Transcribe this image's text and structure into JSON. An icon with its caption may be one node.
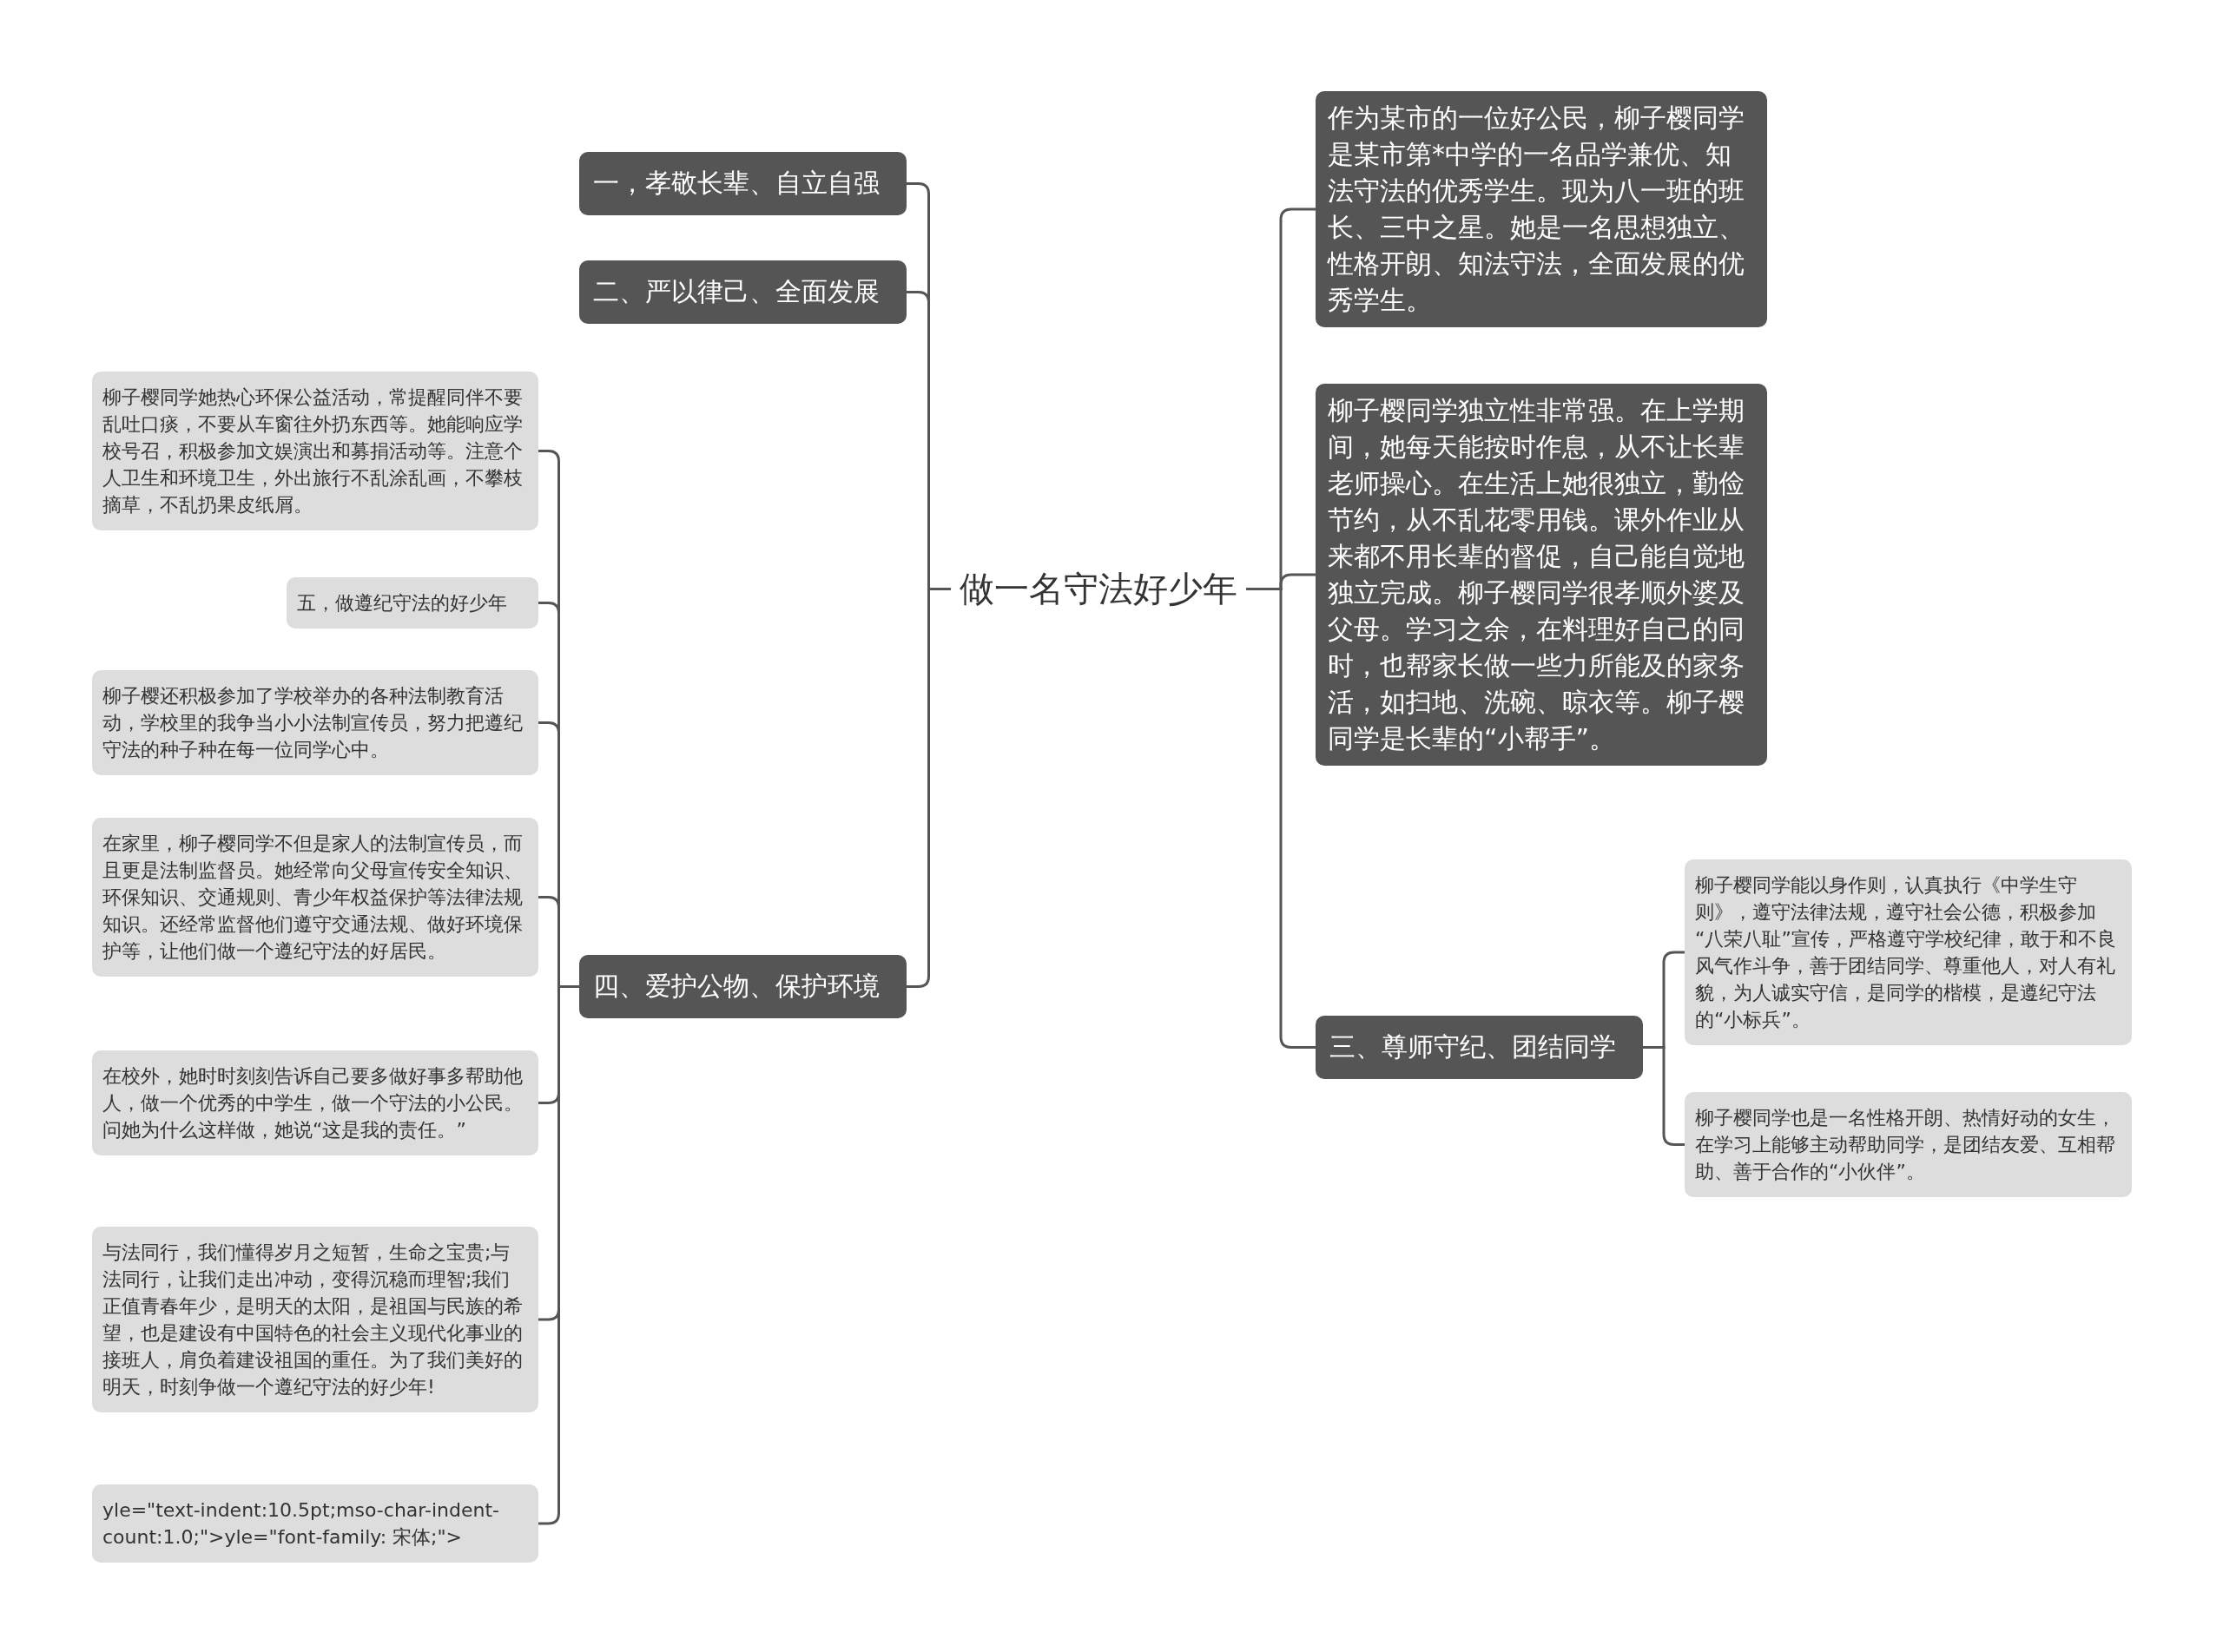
{
  "diagram": {
    "nodes": [
      {
        "text": [
          "做一名守法好少年"
        ]
      },
      {
        "text": [
          "一，孝敬长辈、自立自强"
        ]
      },
      {
        "text": [
          "二、严以律己、全面发展"
        ]
      },
      {
        "text": [
          "四、爱护公物、保护环境"
        ]
      },
      {
        "text": [
          "柳子樱同学她热心环保公益活动，常提醒同伴不要乱吐口痰，不要从车窗往外扔东西等。她能响应学校号召，积极参加文娱演出和募捐活动等。注意个人卫生和环境卫生，外出旅行不乱涂乱画，不攀枝摘草，不乱扔果皮纸屑。"
        ]
      },
      {
        "text": [
          "五，做遵纪守法的好少年"
        ]
      },
      {
        "text": [
          "柳子樱还积极参加了学校举办的各种法制教育活动，学校里的我争当小小法制宣传员，努力把遵纪守法的种子种在每一位同学心中。"
        ]
      },
      {
        "text": [
          "在家里，柳子樱同学不但是家人的法制宣传员，而且更是法制监督员。她经常向父母宣传安全知识、环保知识、交通规则、青少年权益保护等法律法规知识。还经常监督他们遵守交通法规、做好环境保护等，让他们做一个遵纪守法的好居民。"
        ]
      },
      {
        "text": [
          "在校外，她时时刻刻告诉自己要多做好事多帮助他人，做一个优秀的中学生，做一个守法的小公民。问她为什么这样做，她说“这是我的责任。”"
        ]
      },
      {
        "text": [
          "与法同行，我们懂得岁月之短暂，生命之宝贵;与法同行，让我们走出冲动，变得沉稳而理智;我们正值青春年少，是明天的太阳，是祖国与民族的希望，也是建设有中国特色的社会主义现代化事业的接班人，肩负着建设祖国的重任。为了我们美好的明天，时刻争做一个遵纪守法的好少年!"
        ]
      },
      {
        "text": [
          "yle=\"text-indent:10.5pt;mso-char-indent-count:1.0;\">yle=\"font-family: 宋体;\">"
        ]
      },
      {
        "text": [
          "作为某市的一位好公民，柳子樱同学是某市第*中学的一名品学兼优、知法守法的优秀学生。现为八一班的班长、三中之星。她是一名思想独立、性格开朗、知法守法，全面发展的优秀学生。"
        ]
      },
      {
        "text": [
          "柳子樱同学独立性非常强。在上学期间，她每天能按时作息，从不让长辈老师操心。在生活上她很独立，勤俭节约，从不乱花零用钱。课外作业从来都不用长辈的督促，自己能自觉地独立完成。柳子樱同学很孝顺外婆及父母。学习之余，在料理好自己的同时，也帮家长做一些力所能及的家务活，如扫地、洗碗、晾衣等。柳子樱同学是长辈的“小帮手”。"
        ]
      },
      {
        "text": [
          "三、尊师守纪、团结同学"
        ]
      },
      {
        "text": [
          "柳子樱同学能以身作则，认真执行《中学生守则》，遵守法律法规，遵守社会公德，积极参加 “八荣八耻”宣传，严格遵守学校纪律，敢于和不良风气作斗争，善于团结同学、尊重他人，对人有礼貌，为人诚实守信，是同学的楷模，是遵纪守法的“小标兵”。"
        ]
      },
      {
        "text": [
          "柳子樱同学也是一名性格开朗、热情好动的女生，在学习上能够主动帮助同学，是团结友爱、互相帮助、善于合作的“小伙伴”。"
        ]
      }
    ],
    "edges": [
      {
        "from": 0,
        "to": 1,
        "arrow": "none"
      },
      {
        "from": 0,
        "to": 2,
        "arrow": "none"
      },
      {
        "from": 0,
        "to": 3,
        "arrow": "none"
      },
      {
        "from": 3,
        "to": 4,
        "arrow": "none"
      },
      {
        "from": 3,
        "to": 5,
        "arrow": "none"
      },
      {
        "from": 3,
        "to": 6,
        "arrow": "none"
      },
      {
        "from": 3,
        "to": 7,
        "arrow": "none"
      },
      {
        "from": 3,
        "to": 8,
        "arrow": "none"
      },
      {
        "from": 3,
        "to": 9,
        "arrow": "none"
      },
      {
        "from": 3,
        "to": 10,
        "arrow": "none"
      },
      {
        "from": 0,
        "to": 11,
        "arrow": "none"
      },
      {
        "from": 0,
        "to": 12,
        "arrow": "none"
      },
      {
        "from": 0,
        "to": 13,
        "arrow": "none"
      },
      {
        "from": 13,
        "to": 14,
        "arrow": "none"
      },
      {
        "from": 13,
        "to": 15,
        "arrow": "none"
      }
    ]
  }
}
